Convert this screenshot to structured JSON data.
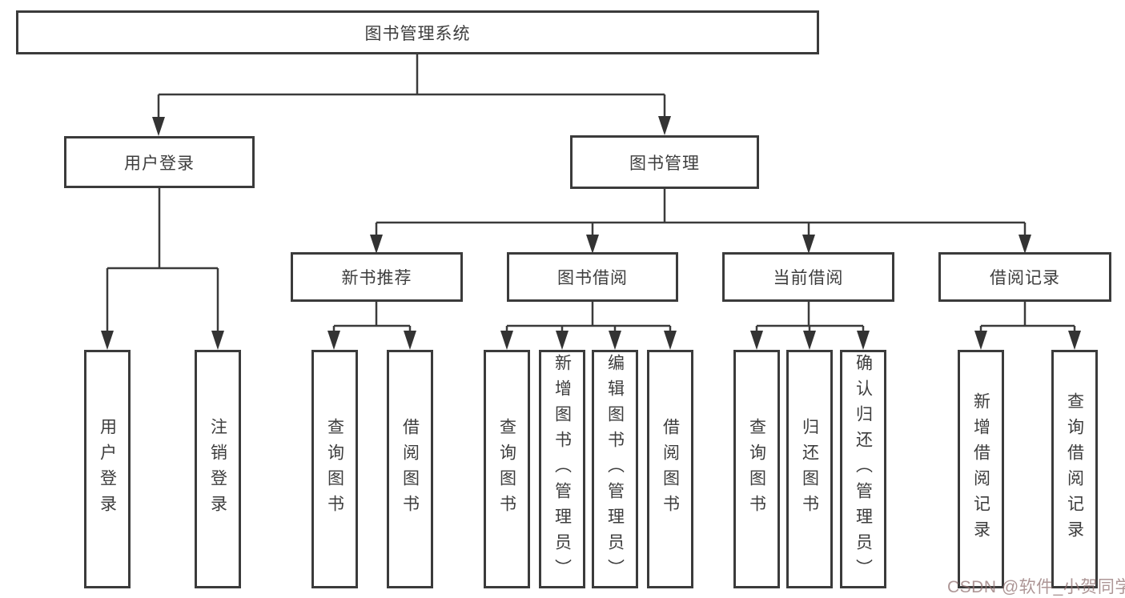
{
  "diagram": {
    "root": {
      "label": "图书管理系统"
    },
    "level2": {
      "login": {
        "label": "用户登录"
      },
      "mgmt": {
        "label": "图书管理"
      }
    },
    "level3": {
      "new_books": {
        "label": "新书推荐"
      },
      "book_borrow": {
        "label": "图书借阅"
      },
      "current_borrow": {
        "label": "当前借阅"
      },
      "borrow_records": {
        "label": "借阅记录"
      }
    },
    "leaves": {
      "login_user": {
        "label": "用户登录"
      },
      "login_logout": {
        "label": "注销登录"
      },
      "new_query": {
        "label": "查询图书"
      },
      "new_borrow": {
        "label": "借阅图书"
      },
      "borrow_query": {
        "label": "查询图书"
      },
      "borrow_add": {
        "label": "新增图书（管理员）"
      },
      "borrow_edit": {
        "label": "编辑图书（管理员）"
      },
      "borrow_lend": {
        "label": "借阅图书"
      },
      "current_query": {
        "label": "查询图书"
      },
      "current_return": {
        "label": "归还图书"
      },
      "current_confirm": {
        "label": "确认归还（管理员）"
      },
      "records_add": {
        "label": "新增借阅记录"
      },
      "records_query": {
        "label": "查询借阅记录"
      }
    },
    "watermark": "CSDN @软件_小贺同学",
    "colors": {
      "line": "#3b3b3b",
      "text": "#3d3d3d",
      "background": "#ffffff",
      "watermark": "#917373"
    }
  }
}
